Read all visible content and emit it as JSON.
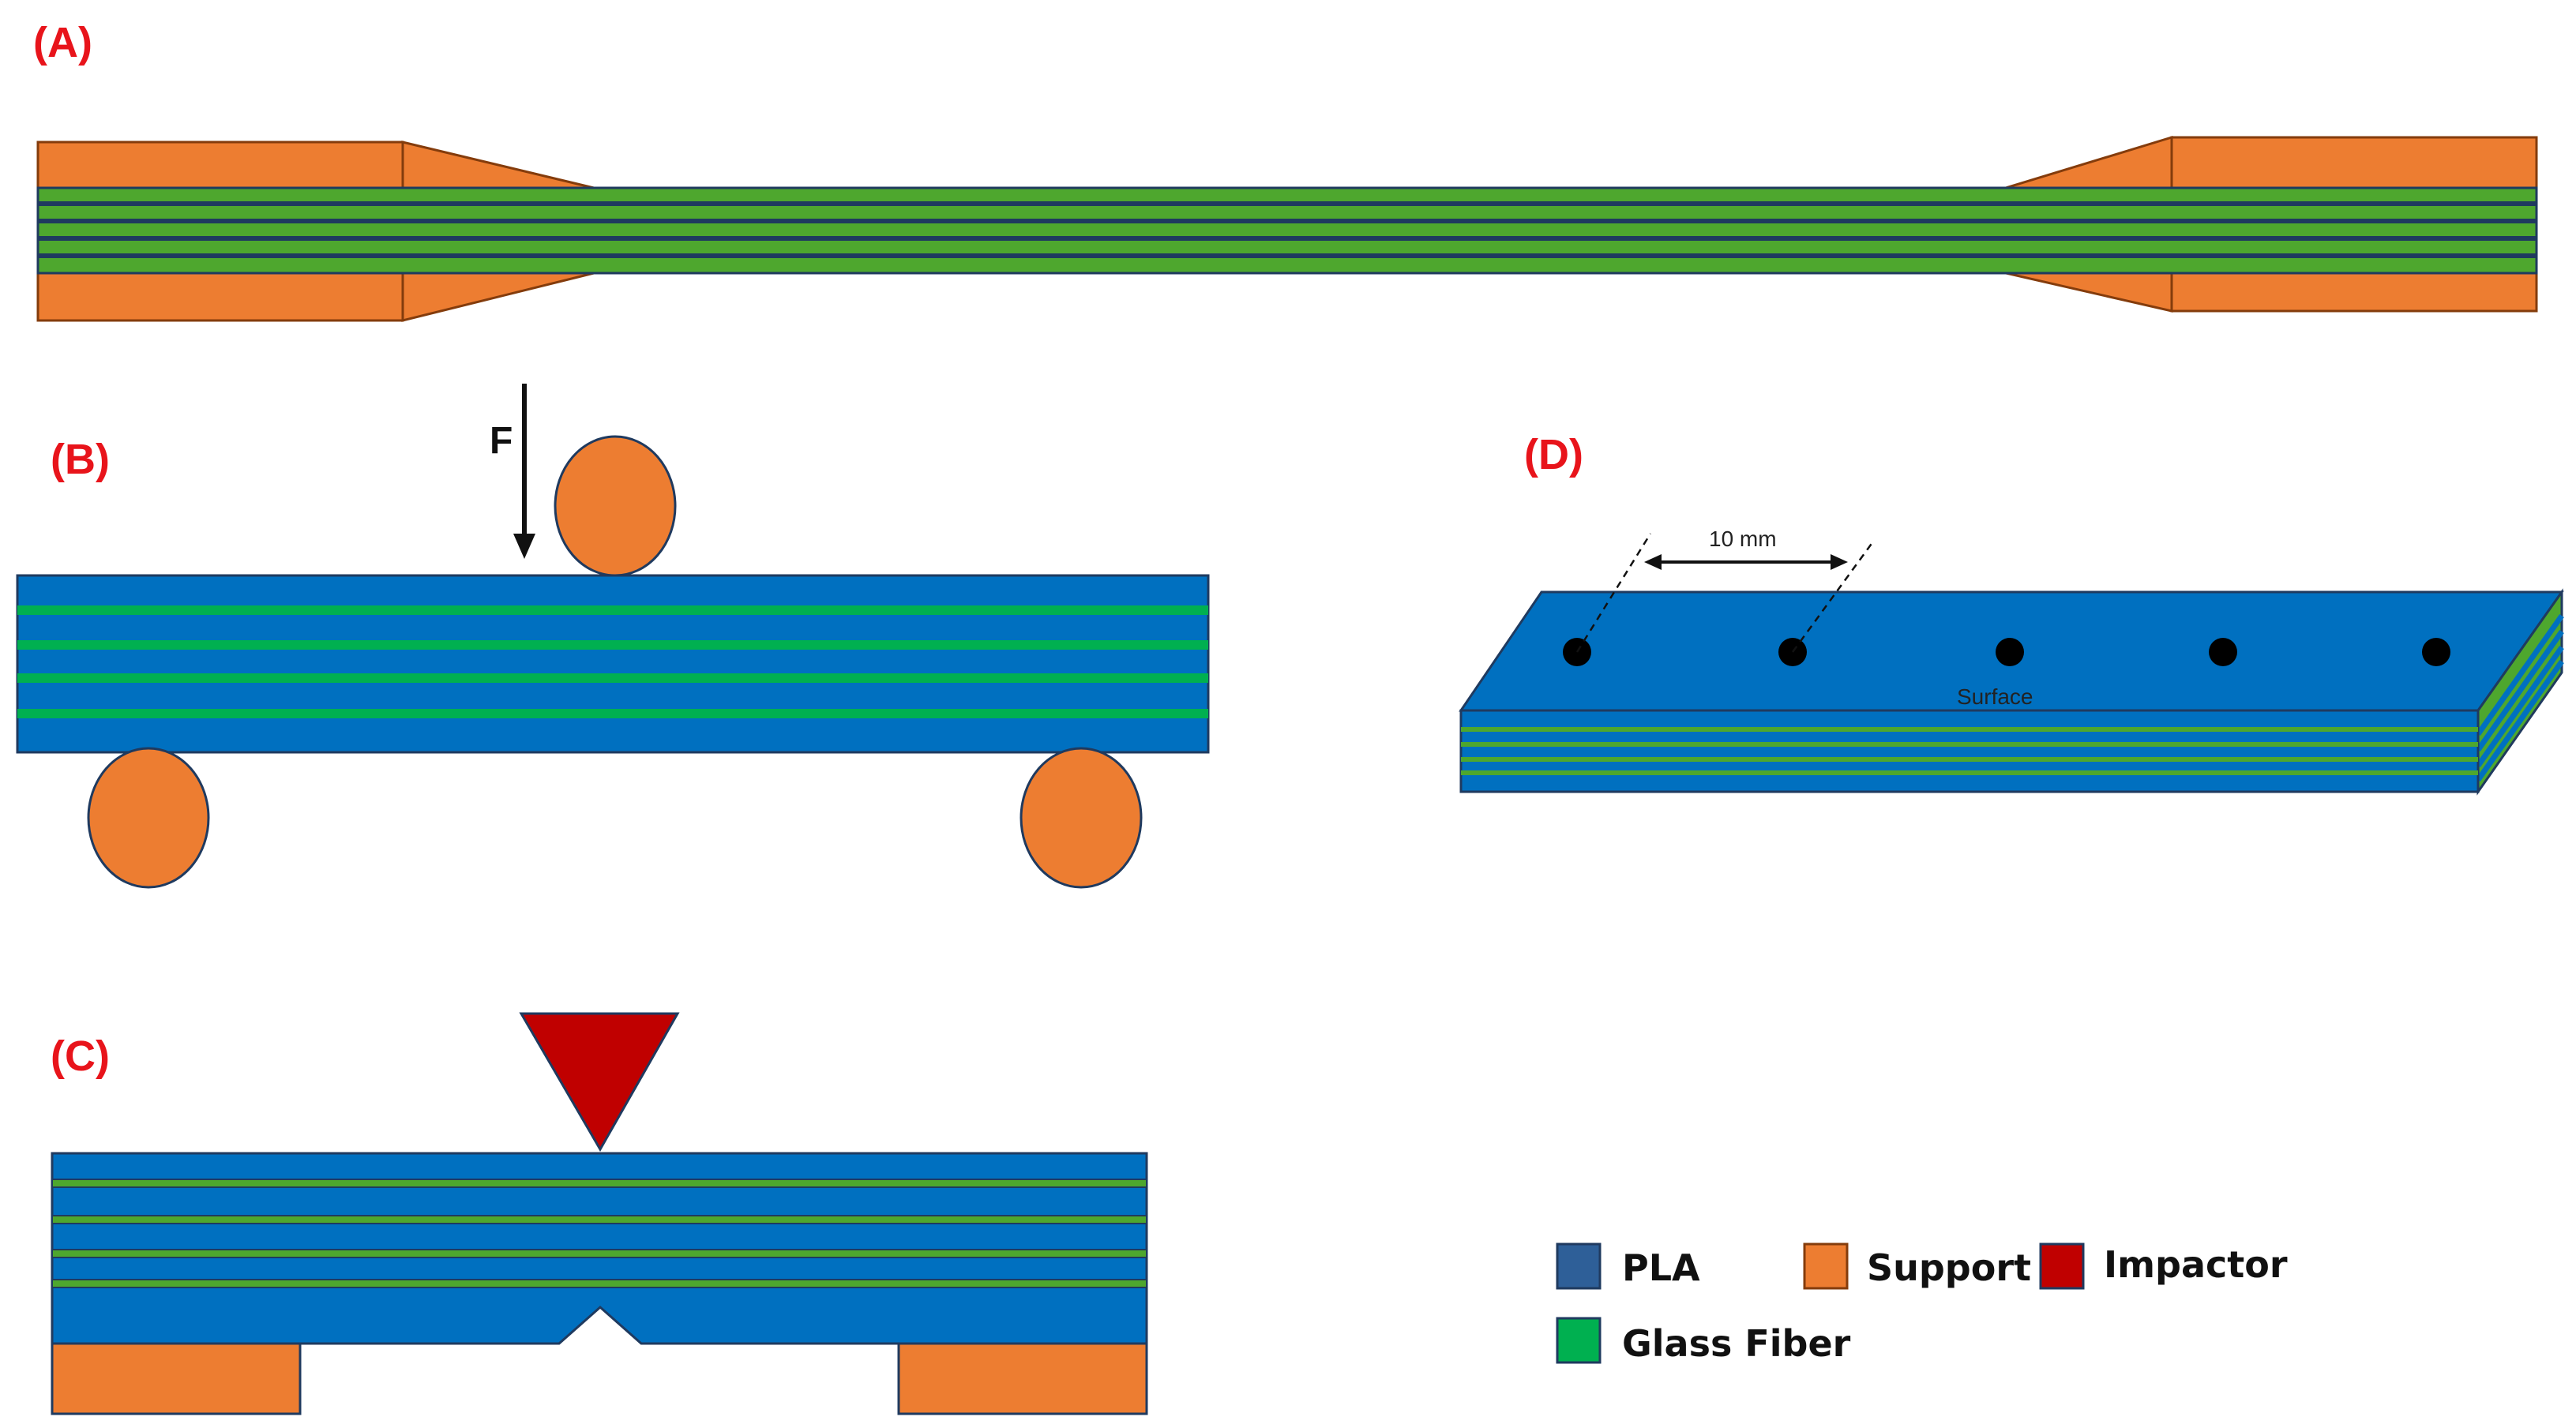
{
  "panels": {
    "a": {
      "label": "(A)"
    },
    "b": {
      "label": "(B)",
      "force_label": "F"
    },
    "c": {
      "label": "(C)"
    },
    "d": {
      "label": "(D)",
      "dimension_label": "10 mm",
      "surface_label": "Surface"
    }
  },
  "legend": {
    "pla": "PLA",
    "support": "Support",
    "impactor": "Impactor",
    "glass_fiber": "Glass Fiber"
  },
  "colors": {
    "label_red": "#e8141b",
    "pla_blue": "#0070c0",
    "pla_legend": "#2e5f98",
    "support_orange": "#ed7d31",
    "impactor_red": "#c00000",
    "glass_fiber_green": "#4ea72e",
    "glass_fiber_legend": "#00b050",
    "outline_dark": "#1f3a5f",
    "outline_brown": "#843c0c"
  }
}
